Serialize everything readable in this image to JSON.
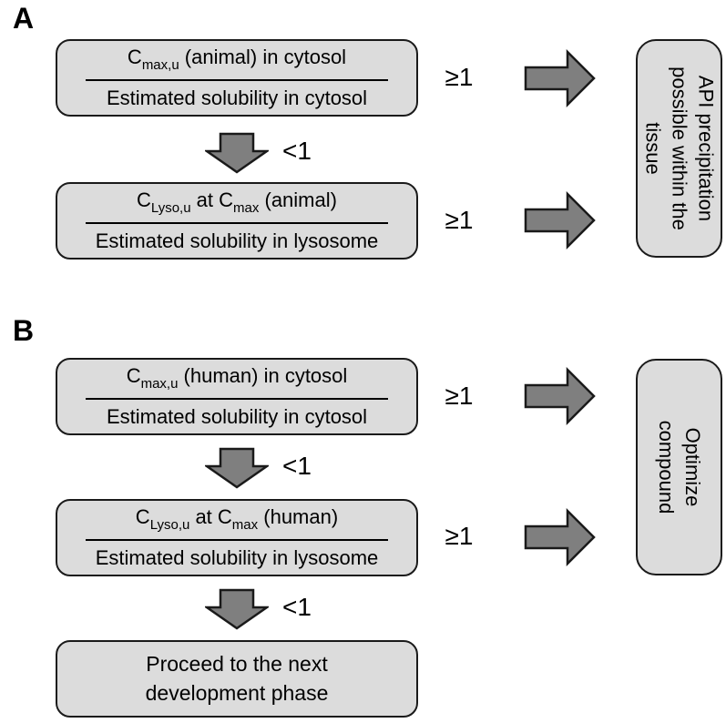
{
  "figure": {
    "panel_a_label": "A",
    "panel_b_label": "B"
  },
  "labels": {
    "ge_one": "≥1",
    "lt_one": "<1"
  },
  "panel_a": {
    "box1": {
      "num_base": "C",
      "num_sub": "max,u",
      "num_rest": " (animal) in cytosol",
      "den": "Estimated solubility in cytosol"
    },
    "box2": {
      "num_base1": "C",
      "num_sub1": "Lyso,u",
      "num_mid": " at C",
      "num_sub2": "max",
      "num_rest": " (animal)",
      "den": "Estimated solubility in lysosome"
    },
    "outcome_lines": [
      "API precipitation",
      "possible within the",
      "tissue"
    ]
  },
  "panel_b": {
    "box1": {
      "num_base": "C",
      "num_sub": "max,u",
      "num_rest": " (human) in cytosol",
      "den": "Estimated solubility in cytosol"
    },
    "box2": {
      "num_base1": "C",
      "num_sub1": "Lyso,u",
      "num_mid": " at C",
      "num_sub2": "max",
      "num_rest": " (human)",
      "den": "Estimated solubility in lysosome"
    },
    "box3_lines": [
      "Proceed to the next",
      "development phase"
    ],
    "outcome_lines": [
      "Optimize",
      "compound"
    ]
  },
  "colors": {
    "box_fill": "#dcdcdc",
    "box_border": "#1a1a1a",
    "arrow_fill": "#7f7f7f",
    "text": "#000000",
    "background": "#ffffff"
  }
}
